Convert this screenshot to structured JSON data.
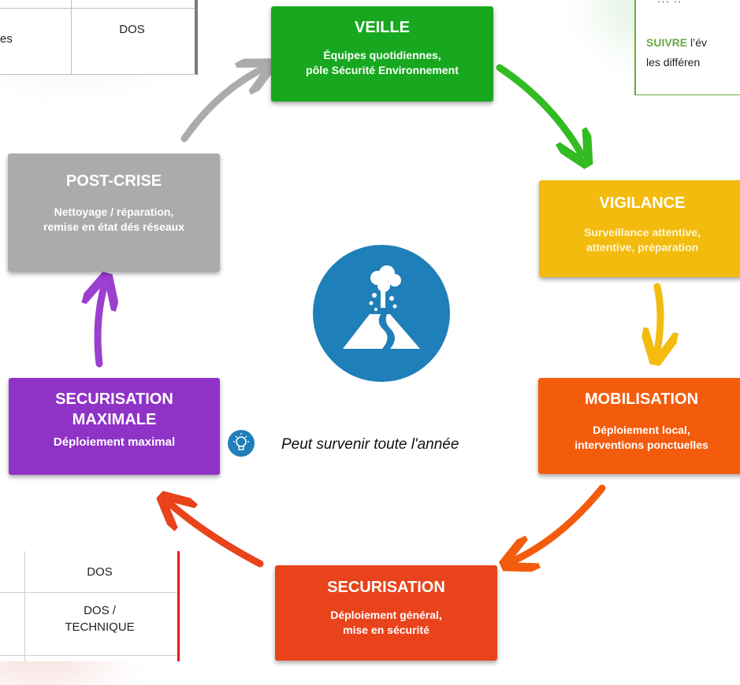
{
  "colors": {
    "veille": "#17a81f",
    "vigilance": "#f3bb0e",
    "mobilisation": "#f35c0d",
    "securisation": "#e8431a",
    "securisation_maximale": "#8f33c7",
    "post_crise": "#ababab",
    "icon_blue": "#1f7fb8"
  },
  "table_top_left": {
    "cell_left": "es",
    "cell_right": "DOS"
  },
  "table_top_right": {
    "top_text": "··· ··",
    "highlight": "SUIVRE",
    "line1_rest": " l’év",
    "line2": "les différen"
  },
  "table_bottom_left": {
    "row1": "DOS",
    "row2_a": "DOS /",
    "row2_b": "TECHNIQUE"
  },
  "stages": {
    "veille": {
      "title": "VEILLE",
      "line1": "Équipes quotidiennes,",
      "line2": "pôle Sécurité Environnement"
    },
    "vigilance": {
      "title": "VIGILANCE",
      "line1": "Surveillance attentive,",
      "line2": "attentive, préparation"
    },
    "mobilisation": {
      "title": "MOBILISATION",
      "line1": "Déploiement local,",
      "line2": "interventions ponctuelles"
    },
    "securisation": {
      "title": "SECURISATION",
      "line1": "Déploiement général,",
      "line2": "mise en sécurité"
    },
    "securisation_maximale": {
      "title1": "SECURISATION",
      "title2": "MAXIMALE",
      "line1": "Déploiement maximal"
    },
    "post_crise": {
      "title": "POST-CRISE",
      "line1": "Nettoyage / réparation,",
      "line2": "remise en état dés réseaux"
    }
  },
  "center_icon": "volcano-icon",
  "note": {
    "icon": "lightbulb-icon",
    "text": "Peut survenir toute l'année"
  }
}
